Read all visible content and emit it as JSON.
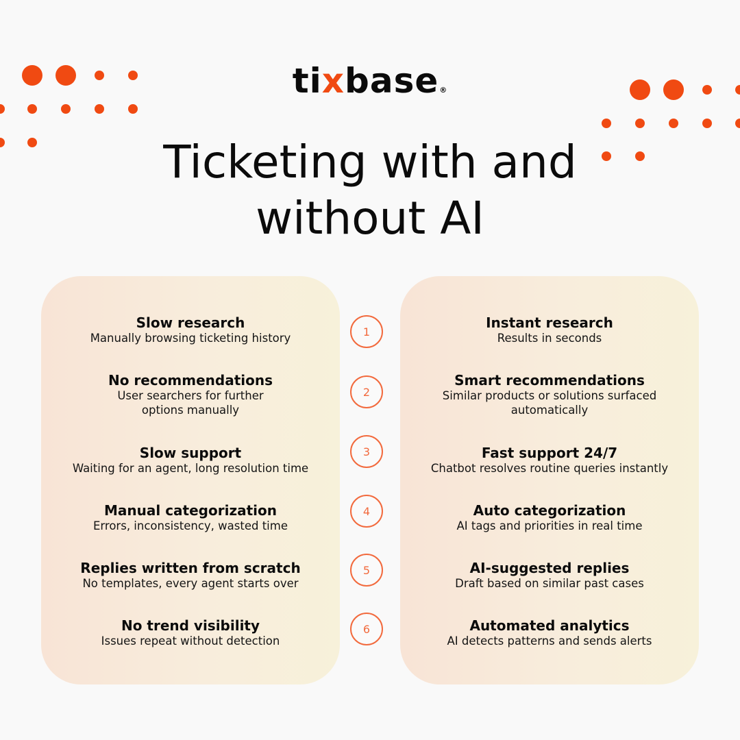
{
  "brand": {
    "logo_parts": [
      "ti",
      "x",
      "base"
    ],
    "registered_mark": "®",
    "accent_color": "#f04a12"
  },
  "headline": {
    "line1": "Ticketing with and",
    "line2": "without AI"
  },
  "without_ai": [
    {
      "title": "Slow research",
      "desc": "Manually browsing ticketing history"
    },
    {
      "title": "No recommendations",
      "desc": "User searchers for further options manually"
    },
    {
      "title": "Slow support",
      "desc": "Waiting for an agent, long resolution time"
    },
    {
      "title": "Manual categorization",
      "desc": "Errors, inconsistency, wasted time"
    },
    {
      "title": "Replies written from scratch",
      "desc": "No templates, every agent starts over"
    },
    {
      "title": "No trend visibility",
      "desc": "Issues repeat without detection"
    }
  ],
  "with_ai": [
    {
      "title": "Instant research",
      "desc": "Results in seconds"
    },
    {
      "title": "Smart recommendations",
      "desc": "Similar products or solutions surfaced automatically"
    },
    {
      "title": "Fast support 24/7",
      "desc": "Chatbot resolves routine queries instantly"
    },
    {
      "title": "Auto categorization",
      "desc": "AI tags and priorities in real time"
    },
    {
      "title": "AI-suggested replies",
      "desc": "Draft based on similar past cases"
    },
    {
      "title": "Automated analytics",
      "desc": "AI detects patterns and sends alerts"
    }
  ],
  "numbers": [
    "1",
    "2",
    "3",
    "4",
    "5",
    "6"
  ],
  "colors": {
    "accent": "#f04a12",
    "number_ring": "#f26a3d",
    "panel_start": "#f8e4d6",
    "panel_end": "#f7f1da",
    "background": "#f9f9f9"
  }
}
